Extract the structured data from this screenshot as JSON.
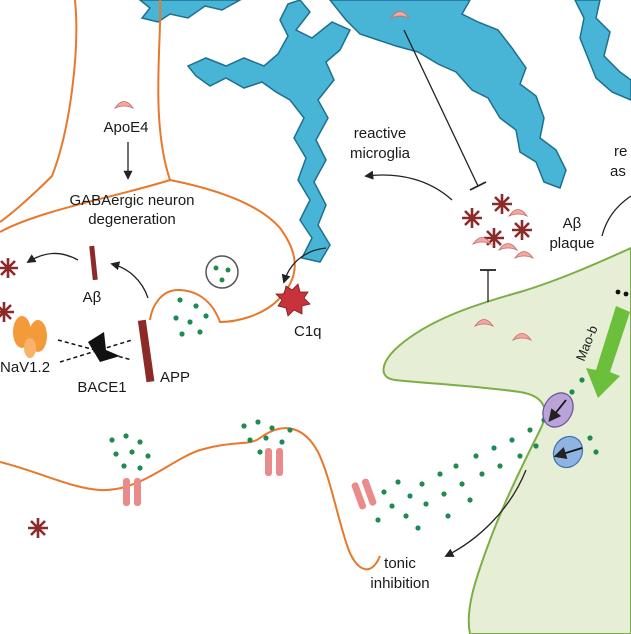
{
  "labels": {
    "apoe4": "ApoE4",
    "gaba_line1": "GABAergic neuron",
    "gaba_line2": "degeneration",
    "abeta_small": "Aβ",
    "nav": "NaV1.2",
    "bace": "BACE1",
    "app": "APP",
    "reactive_microglia_1": "reactive",
    "reactive_microglia_2": "microglia",
    "abeta_plaque_1": "Aβ",
    "abeta_plaque_2": "plaque",
    "reactive_astro_1": "re",
    "reactive_astro_2": "as",
    "c1q": "C1q",
    "maob": "Mao-b",
    "tonic_1": "tonic",
    "tonic_2": "inhibition"
  },
  "colors": {
    "neuron_outline": "#e8782c",
    "microglia_fill": "#49b5d6",
    "microglia_outline": "#1e6f8f",
    "astrocyte_fill": "#e6efd6",
    "astrocyte_outline": "#7cae45",
    "gaba_dot": "#1f8a52",
    "amyloid": "#8c2a2a",
    "apoe4_fill": "#f4a7a0",
    "receptor": "#e98b8b",
    "nav_channel": "#f59a3a",
    "transporter_purple": "#b9a3d8",
    "transporter_blue": "#8fb4e3",
    "maob_arrow": "#6cbf3b"
  }
}
